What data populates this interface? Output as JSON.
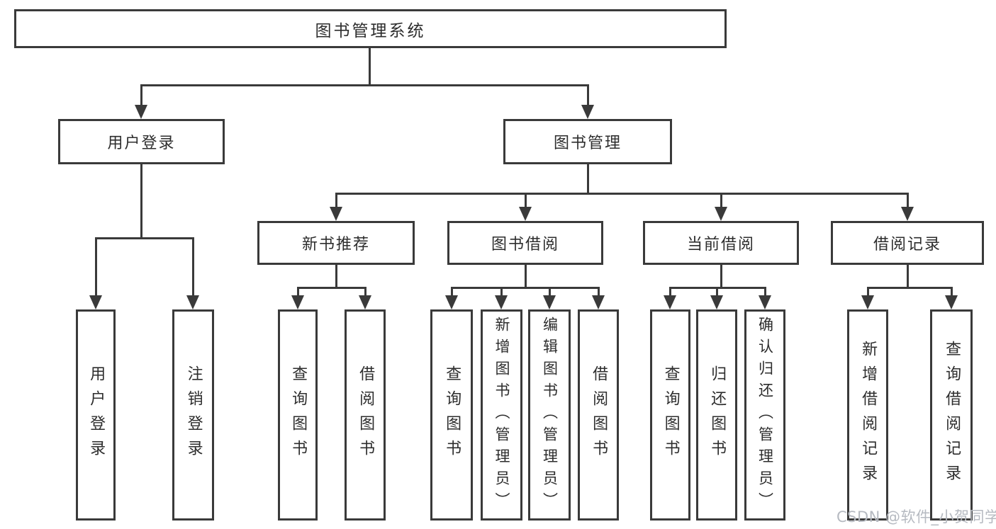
{
  "colors": {
    "line": "#3a3a3a",
    "text": "#2d2d2d",
    "background": "#ffffff",
    "watermark": "#b6bac1"
  },
  "watermark": {
    "text": "CSDN @软件_小贺同学"
  },
  "diagram": {
    "type": "tree",
    "root": "图书管理系统",
    "branches": [
      {
        "label": "用户登录",
        "children": [
          {
            "label": "用户登录"
          },
          {
            "label": "注销登录"
          }
        ]
      },
      {
        "label": "图书管理",
        "children": [
          {
            "label": "新书推荐",
            "children": [
              {
                "label": "查询图书"
              },
              {
                "label": "借阅图书"
              }
            ]
          },
          {
            "label": "图书借阅",
            "children": [
              {
                "label": "查询图书"
              },
              {
                "label": "新增图书（管理员）"
              },
              {
                "label": "编辑图书（管理员）"
              },
              {
                "label": "借阅图书"
              }
            ]
          },
          {
            "label": "当前借阅",
            "children": [
              {
                "label": "查询图书"
              },
              {
                "label": "归还图书"
              },
              {
                "label": "确认归还（管理员）"
              }
            ]
          },
          {
            "label": "借阅记录",
            "children": [
              {
                "label": "新增借阅记录"
              },
              {
                "label": "查询借阅记录"
              }
            ]
          }
        ]
      }
    ]
  }
}
